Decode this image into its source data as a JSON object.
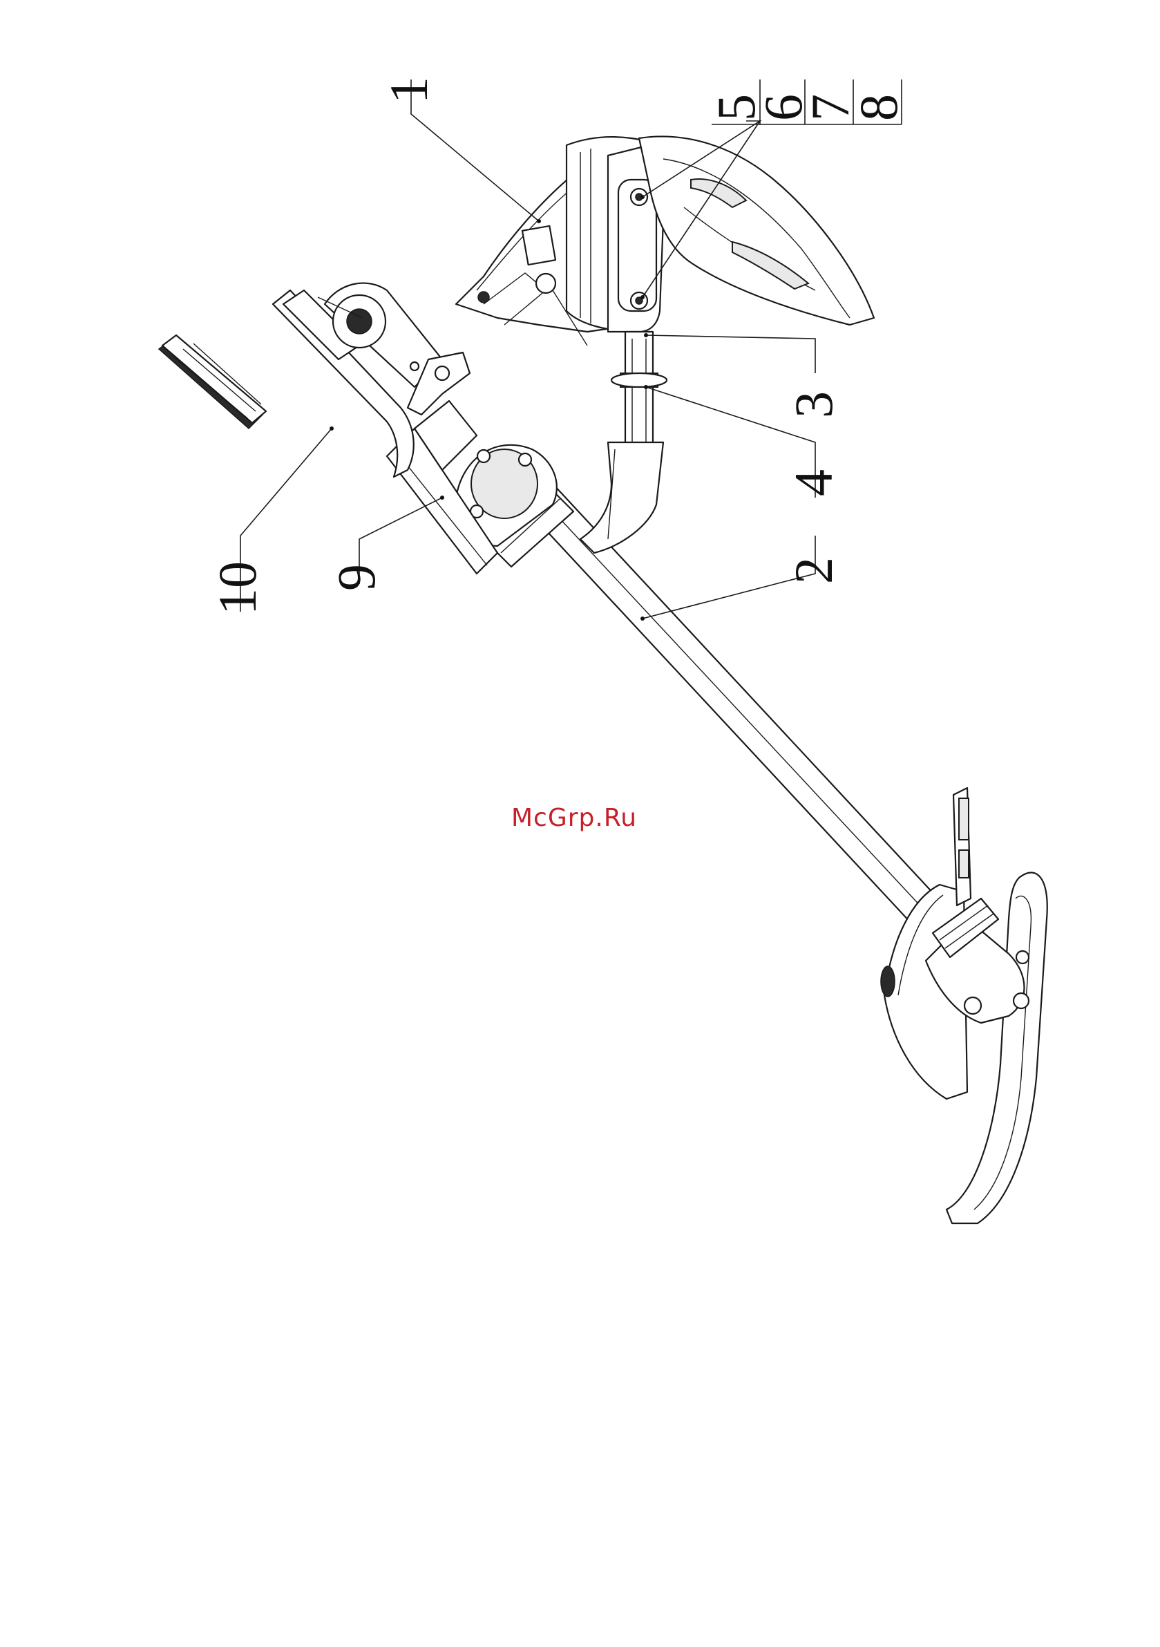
{
  "watermark": "McGrp.Ru",
  "callouts": {
    "c1": "1",
    "c2": "2",
    "c3": "3",
    "c4": "4",
    "c5": "5",
    "c6": "6",
    "c7": "7",
    "c8": "8",
    "c9": "9",
    "c10": "10"
  },
  "colors": {
    "line": "#1a1a1a",
    "watermark": "#c8202a"
  }
}
